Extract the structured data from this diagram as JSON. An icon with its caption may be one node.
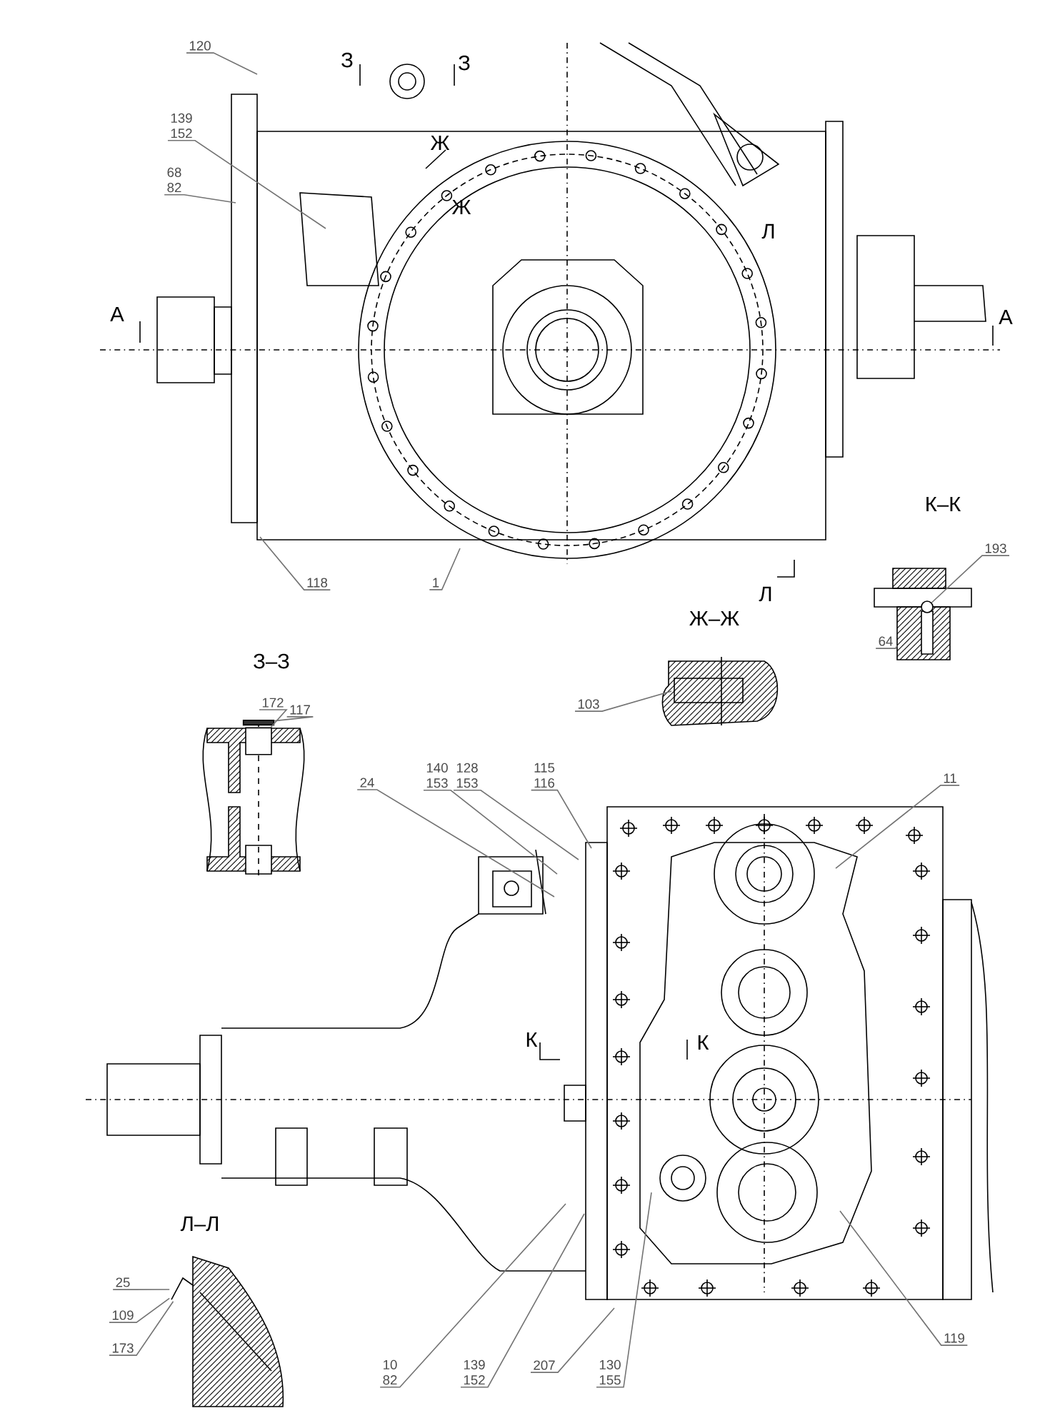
{
  "diagram": {
    "nodes": [
      {
        "text": [
          "120"
        ]
      },
      {
        "text": [
          "139",
          "152"
        ]
      },
      {
        "text": [
          "68",
          "82"
        ]
      },
      {
        "text": [
          "118"
        ]
      },
      {
        "text": [
          "1"
        ]
      },
      {
        "text": [
          "193"
        ]
      },
      {
        "text": [
          "64"
        ]
      },
      {
        "text": [
          "103"
        ]
      },
      {
        "text": [
          "172"
        ]
      },
      {
        "text": [
          "117"
        ]
      },
      {
        "text": [
          "24"
        ]
      },
      {
        "text": [
          "140",
          "153"
        ]
      },
      {
        "text": [
          "128",
          "153"
        ]
      },
      {
        "text": [
          "115",
          "116"
        ]
      },
      {
        "text": [
          "11"
        ]
      },
      {
        "text": [
          "25"
        ]
      },
      {
        "text": [
          "109"
        ]
      },
      {
        "text": [
          "173"
        ]
      },
      {
        "text": [
          "10",
          "82"
        ]
      },
      {
        "text": [
          "139",
          "152"
        ]
      },
      {
        "text": [
          "207"
        ]
      },
      {
        "text": [
          "130",
          "155"
        ]
      },
      {
        "text": [
          "119"
        ]
      },
      {
        "text": [],
        "shape": "circle"
      },
      {
        "text": [],
        "shape": "box"
      },
      {
        "text": [],
        "shape": "bar"
      },
      {
        "text": [],
        "shape": "picture"
      }
    ],
    "edges": [
      {
        "from": 0,
        "to": null,
        "arrow": "none"
      },
      {
        "from": 1,
        "to": null,
        "arrow": "none"
      },
      {
        "from": 2,
        "to": null,
        "arrow": "none"
      },
      {
        "from": 3,
        "to": null,
        "arrow": "none"
      },
      {
        "from": 4,
        "to": null,
        "arrow": "none"
      },
      {
        "from": 5,
        "to": 23,
        "arrow": "none"
      },
      {
        "from": 6,
        "to": null,
        "arrow": "none"
      },
      {
        "from": 7,
        "to": null,
        "arrow": "none"
      },
      {
        "from": 8,
        "to": 24,
        "arrow": "none"
      },
      {
        "from": 9,
        "to": 25,
        "arrow": "none"
      },
      {
        "from": 10,
        "to": null,
        "arrow": "none"
      },
      {
        "from": 11,
        "to": null,
        "arrow": "none"
      },
      {
        "from": 12,
        "to": null,
        "arrow": "none"
      },
      {
        "from": 13,
        "to": null,
        "arrow": "none"
      },
      {
        "from": 14,
        "to": null,
        "arrow": "none"
      },
      {
        "from": 15,
        "to": 26,
        "arrow": "none"
      },
      {
        "from": 16,
        "to": 26,
        "arrow": "none"
      },
      {
        "from": 17,
        "to": 26,
        "arrow": "none"
      },
      {
        "from": 18,
        "to": null,
        "arrow": "none"
      },
      {
        "from": 19,
        "to": null,
        "arrow": "none"
      },
      {
        "from": 20,
        "to": null,
        "arrow": "none"
      },
      {
        "from": 21,
        "to": null,
        "arrow": "none"
      },
      {
        "from": 22,
        "to": null,
        "arrow": "none"
      }
    ],
    "labels": [
      "З",
      "З",
      "Ж",
      "Ж",
      "А",
      "Л",
      "А",
      "К–К",
      "Л",
      "Ж–Ж",
      "З–З",
      "К",
      "К",
      "Л–Л"
    ]
  }
}
